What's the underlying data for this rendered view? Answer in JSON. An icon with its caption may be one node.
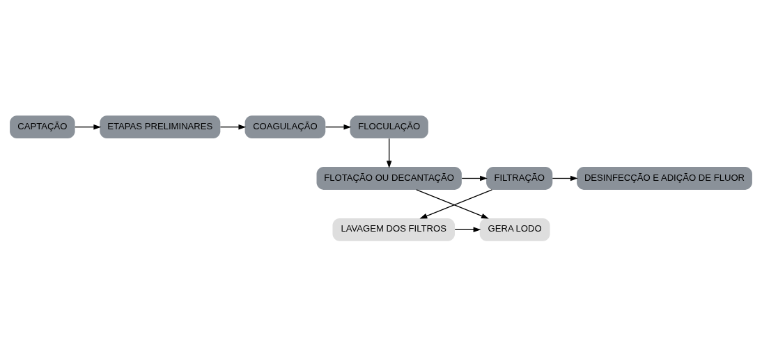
{
  "diagram": {
    "nodes": [
      {
        "text": [
          "CAPTAÇÃO"
        ]
      },
      {
        "text": [
          "ETAPAS PRELIMINARES"
        ]
      },
      {
        "text": [
          "COAGULAÇÃO"
        ]
      },
      {
        "text": [
          "FLOCULAÇÃO"
        ]
      },
      {
        "text": [
          "FLOTAÇÃO OU DECANTAÇÃO"
        ]
      },
      {
        "text": [
          "FILTRAÇÃO"
        ]
      },
      {
        "text": [
          "DESINFECÇÃO E ADIÇÃO DE FLUOR"
        ]
      },
      {
        "text": [
          "LAVAGEM DOS FILTROS"
        ]
      },
      {
        "text": [
          "GERA LODO"
        ]
      }
    ],
    "edges": [
      {
        "from": 0,
        "to": 1,
        "arrow": "to"
      },
      {
        "from": 1,
        "to": 2,
        "arrow": "to"
      },
      {
        "from": 2,
        "to": 3,
        "arrow": "to"
      },
      {
        "from": 3,
        "to": 4,
        "arrow": "to"
      },
      {
        "from": 4,
        "to": 5,
        "arrow": "to"
      },
      {
        "from": 5,
        "to": 6,
        "arrow": "to"
      },
      {
        "from": 5,
        "to": 7,
        "arrow": "to"
      },
      {
        "from": 4,
        "to": 8,
        "arrow": "to"
      },
      {
        "from": 7,
        "to": 8,
        "arrow": "to"
      }
    ]
  }
}
